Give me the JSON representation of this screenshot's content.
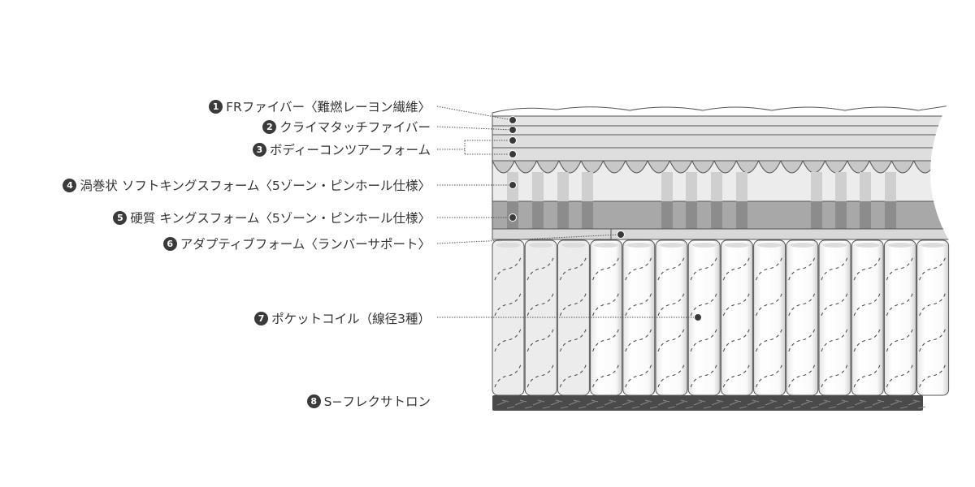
{
  "title": "マットレス断面図",
  "layers": [
    {
      "number": "1",
      "label": "FRファイバー〈難燃レーヨン繊維〉"
    },
    {
      "number": "2",
      "label": "クライマタッチファイバー"
    },
    {
      "number": "3",
      "label": "ボディーコンツアーフォーム"
    },
    {
      "number": "4",
      "label": "渦巻状 ソフトキングスフォーム〈5ゾーン・ピンホール仕様〉"
    },
    {
      "number": "5",
      "label": "硬質 キングスフォーム〈5ゾーン・ピンホール仕様〉"
    },
    {
      "number": "6",
      "label": "アダプティブフォーム〈ランバーサポート〉"
    },
    {
      "number": "7",
      "label": "ポケットコイル（線径3種）"
    },
    {
      "number": "8",
      "label": "S−フレクサトロン"
    }
  ],
  "colors": {
    "dot": "#3a3a3a",
    "layer_light": "#e4e4e4",
    "layer_firm": "#a8a8a8",
    "base": "#4a4a4a",
    "outline": "#555555"
  }
}
